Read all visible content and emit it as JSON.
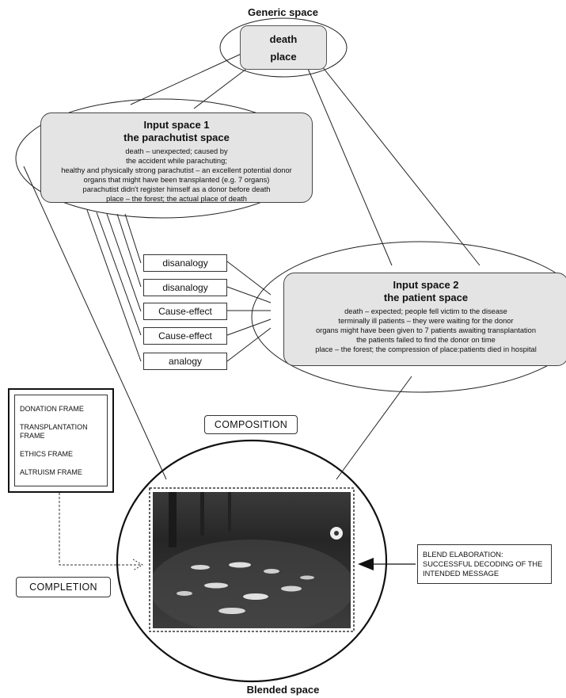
{
  "generic_space": {
    "title": "Generic space",
    "items": [
      "death",
      "place"
    ]
  },
  "input_space_1": {
    "title_line1": "Input space 1",
    "title_line2": "the parachutist space",
    "lines": [
      "death – unexpected; caused by",
      "the accident while parachuting;",
      "healthy and physically strong parachutist – an excellent potential donor",
      "organs that might have been transplanted (e.g. 7 organs)",
      "parachutist didn't register himself as a donor before death",
      "place – the forest; the actual place of death"
    ]
  },
  "input_space_2": {
    "title_line1": "Input space 2",
    "title_line2": "the patient space",
    "lines": [
      "death –  expected; people fell victim to the disease",
      "terminally ill patients  – they were waiting for the donor",
      "organs might have been given to 7 patients awaiting transplantation",
      "the patients failed to find the donor on time",
      "place – the forest; the compression of place:patients died in hospital"
    ]
  },
  "relations": [
    "disanalogy",
    "disanalogy",
    "Cause-effect",
    "Cause-effect",
    "analogy"
  ],
  "composition_label": "COMPOSITION",
  "completion_label": "COMPLETION",
  "frames": [
    "DONATION FRAME",
    "TRANSPLANTATION FRAME",
    "ETHICS FRAME",
    "ALTRUISM FRAME"
  ],
  "blend_elaboration": "BLEND ELABORATION: SUCCESSFUL DECODING OF THE INTENDED MESSAGE",
  "blended_space": {
    "title": "Blended space"
  }
}
